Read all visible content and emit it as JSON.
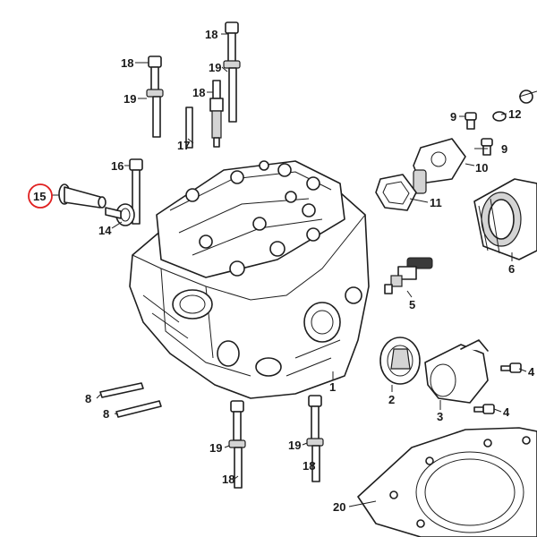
{
  "callouts": [
    {
      "id": "c1",
      "label": "1"
    },
    {
      "id": "c2",
      "label": "2"
    },
    {
      "id": "c3",
      "label": "3"
    },
    {
      "id": "c4a",
      "label": "4"
    },
    {
      "id": "c4b",
      "label": "4"
    },
    {
      "id": "c5",
      "label": "5"
    },
    {
      "id": "c6",
      "label": "6"
    },
    {
      "id": "c8a",
      "label": "8"
    },
    {
      "id": "c8b",
      "label": "8"
    },
    {
      "id": "c9a",
      "label": "9"
    },
    {
      "id": "c9b",
      "label": "9"
    },
    {
      "id": "c10",
      "label": "10"
    },
    {
      "id": "c11",
      "label": "11"
    },
    {
      "id": "c12",
      "label": "12"
    },
    {
      "id": "c14",
      "label": "14"
    },
    {
      "id": "c15",
      "label": "15"
    },
    {
      "id": "c16a",
      "label": "16"
    },
    {
      "id": "c16b",
      "label": "16"
    },
    {
      "id": "c17",
      "label": "17"
    },
    {
      "id": "c18a",
      "label": "18"
    },
    {
      "id": "c18b",
      "label": "18"
    },
    {
      "id": "c18c",
      "label": "18"
    },
    {
      "id": "c18d",
      "label": "18"
    },
    {
      "id": "c19a",
      "label": "19"
    },
    {
      "id": "c19b",
      "label": "19"
    },
    {
      "id": "c19c",
      "label": "19"
    },
    {
      "id": "c19d",
      "label": "19"
    },
    {
      "id": "c20",
      "label": "20"
    }
  ],
  "highlight": {
    "label": "15",
    "color": "#e02020"
  }
}
